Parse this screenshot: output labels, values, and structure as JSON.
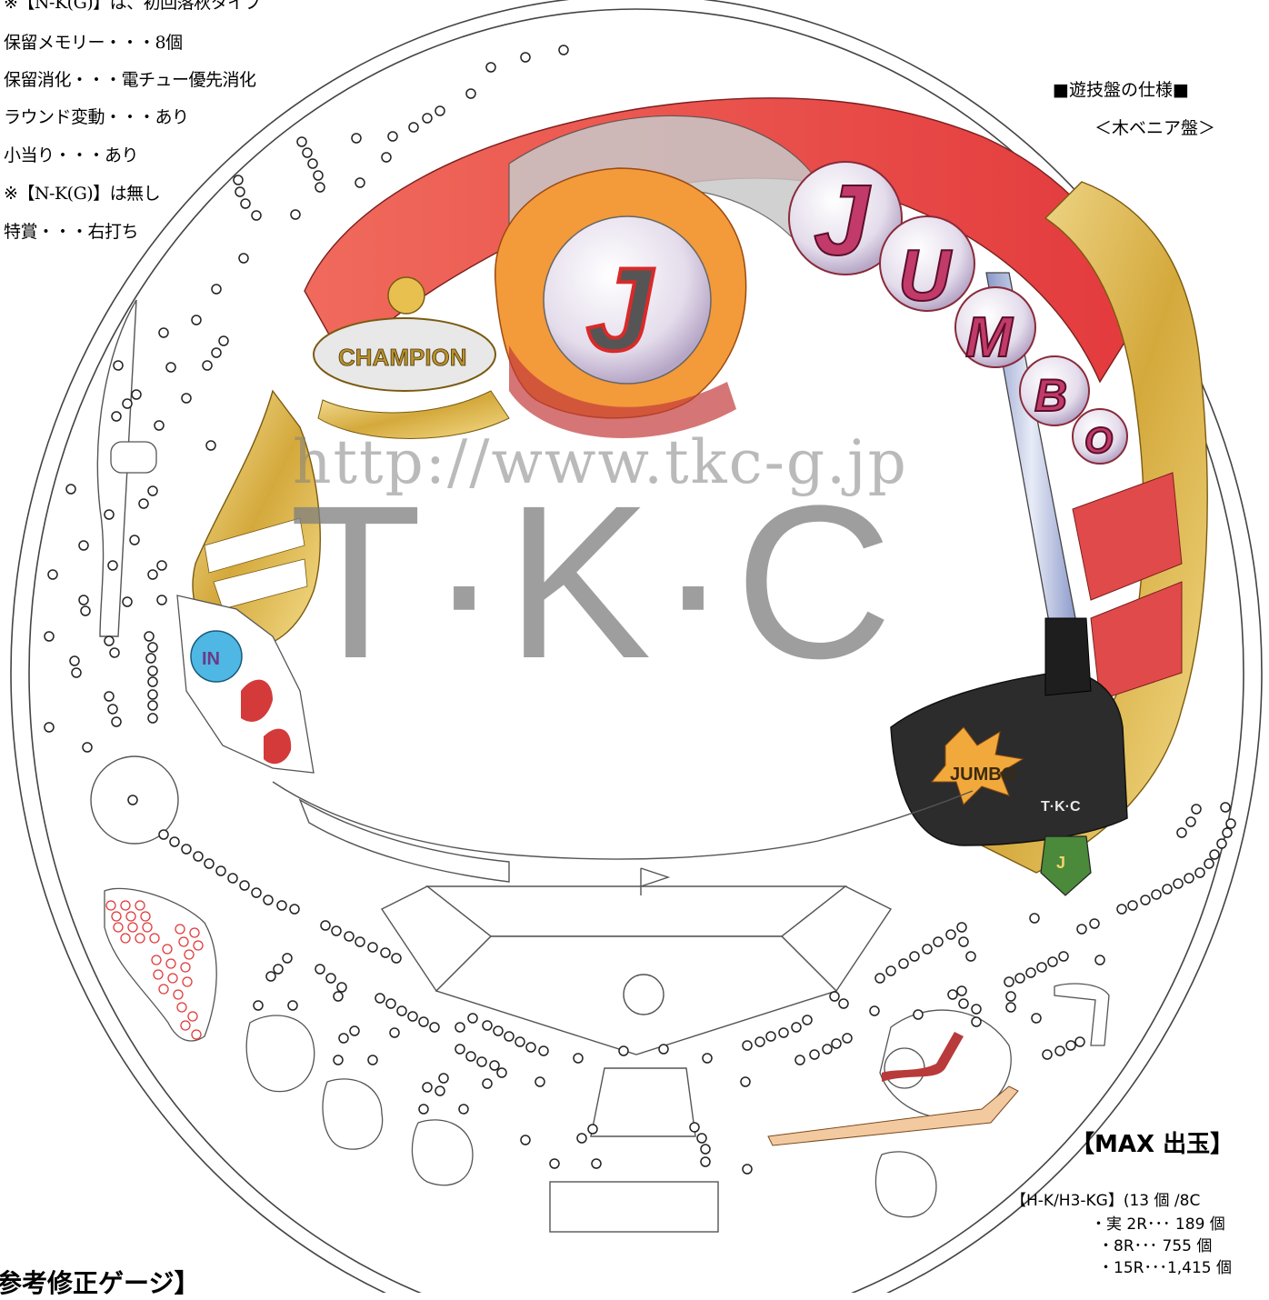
{
  "notes": [
    "※【N-K(G)】は、初回落秋タイプ",
    "保留メモリー・・・8個",
    "保留消化・・・電チュー優先消化",
    "ラウンド変動・・・あり",
    "小当り・・・あり",
    "※【N-K(G)】は無し",
    "特賞・・・右打ち"
  ],
  "spec": {
    "title": "■遊技盤の仕様■",
    "subtitle": "＜木ベニア盤＞"
  },
  "watermark": {
    "url": "http://www.tkc-g.jp",
    "brand": "T·K·C"
  },
  "board_logos": {
    "champion": "CHAMPION",
    "jumbo_letters": [
      "J",
      "U",
      "M",
      "B",
      "O"
    ],
    "club_j": "J",
    "in_label": "IN",
    "club_brand": "T·K·C",
    "club_jumbo": "JUMBO"
  },
  "max_output": {
    "title": "【MAX 出玉】",
    "spec_line": "【H-K/H3-KG】(13 個 /8C",
    "rows": [
      "・実 2R･･･  189 個",
      "・8R･･･    755 個",
      "・15R･･･1,415 個"
    ]
  },
  "gauge_title": "参考修正ゲージ】",
  "colors": {
    "flame_red": "#e8464a",
    "gold": "#d4a93c",
    "orange": "#f39a3a",
    "lavender": "#c9a6d8",
    "in_blue": "#4fb7e3",
    "watermark_gray": "#8a8a8a"
  }
}
